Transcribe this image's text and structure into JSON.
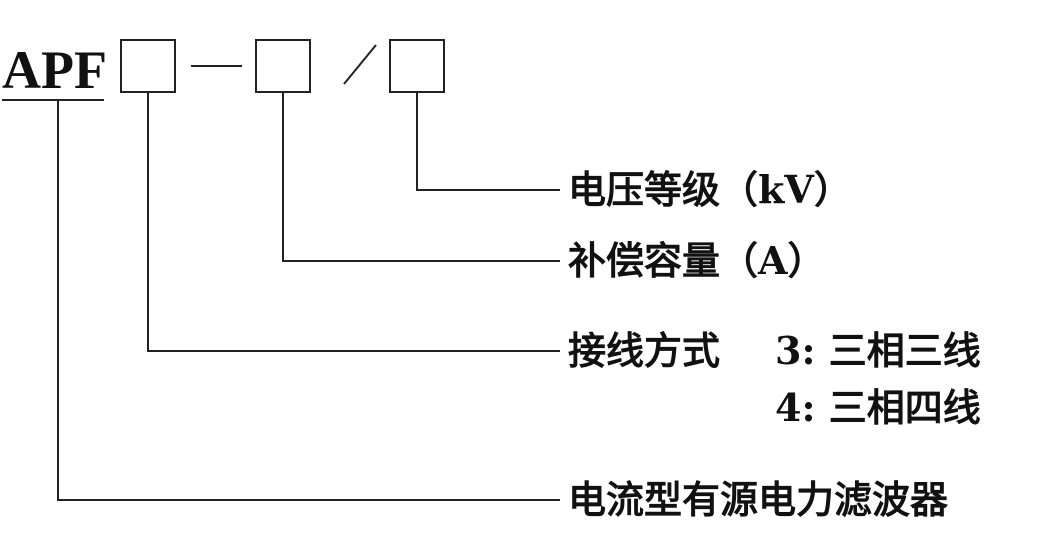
{
  "model_code": {
    "prefix": "APF",
    "separator_dash": "—",
    "separator_slash": "／"
  },
  "legend": {
    "voltage_level": "电压等级（kV）",
    "compensation_capacity": "补偿容量（A）",
    "wiring_method": "接线方式",
    "wiring_option_3": "3: 三相三线",
    "wiring_option_4": "4: 三相四线",
    "product_name": "电流型有源电力滤波器"
  }
}
